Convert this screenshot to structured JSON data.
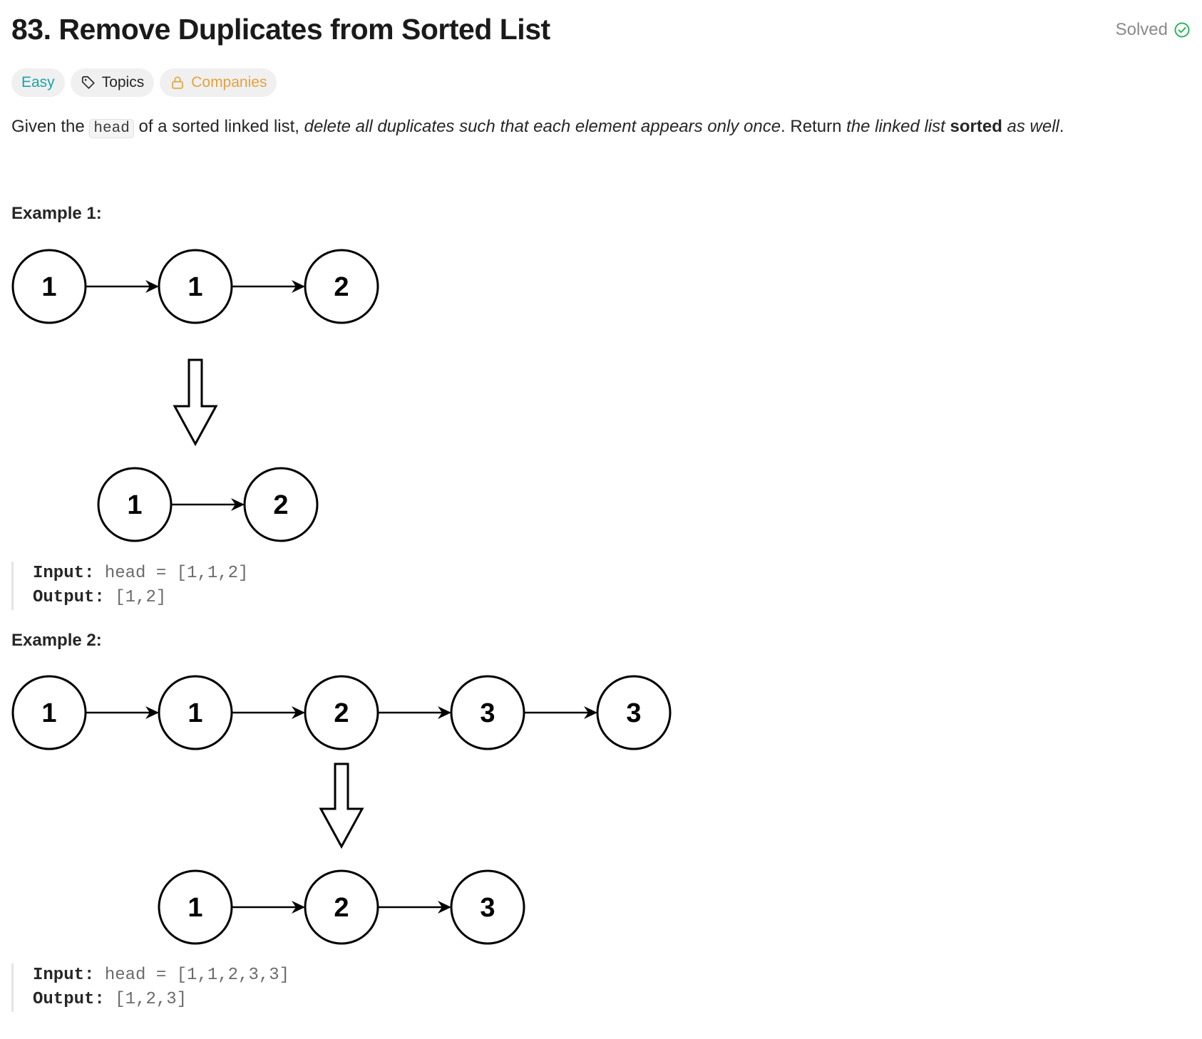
{
  "header": {
    "title": "83. Remove Duplicates from Sorted List",
    "status": "Solved",
    "status_color": "#2db55d"
  },
  "tags": {
    "difficulty": "Easy",
    "topics": "Topics",
    "companies": "Companies",
    "difficulty_color": "#1ca4a4",
    "companies_color": "#e6a23c",
    "icons": [
      "tag-icon",
      "lock-icon"
    ]
  },
  "description": {
    "p1": "Given the ",
    "code": "head",
    "p2": " of a sorted linked list, ",
    "em1": "delete all duplicates such that each element appears only once",
    "p3": ". Return ",
    "em2a": "the linked list ",
    "strong": "sorted",
    "em2b": " as well",
    "p4": "."
  },
  "examples": [
    {
      "title": "Example 1:",
      "before": [
        "1",
        "1",
        "2"
      ],
      "after": [
        "1",
        "2"
      ],
      "input_label": "Input:",
      "input_value": "head = [1,1,2]",
      "output_label": "Output:",
      "output_value": "[1,2]"
    },
    {
      "title": "Example 2:",
      "before": [
        "1",
        "1",
        "2",
        "3",
        "3"
      ],
      "after": [
        "1",
        "2",
        "3"
      ],
      "input_label": "Input:",
      "input_value": "head = [1,1,2,3,3]",
      "output_label": "Output:",
      "output_value": "[1,2,3]"
    }
  ]
}
